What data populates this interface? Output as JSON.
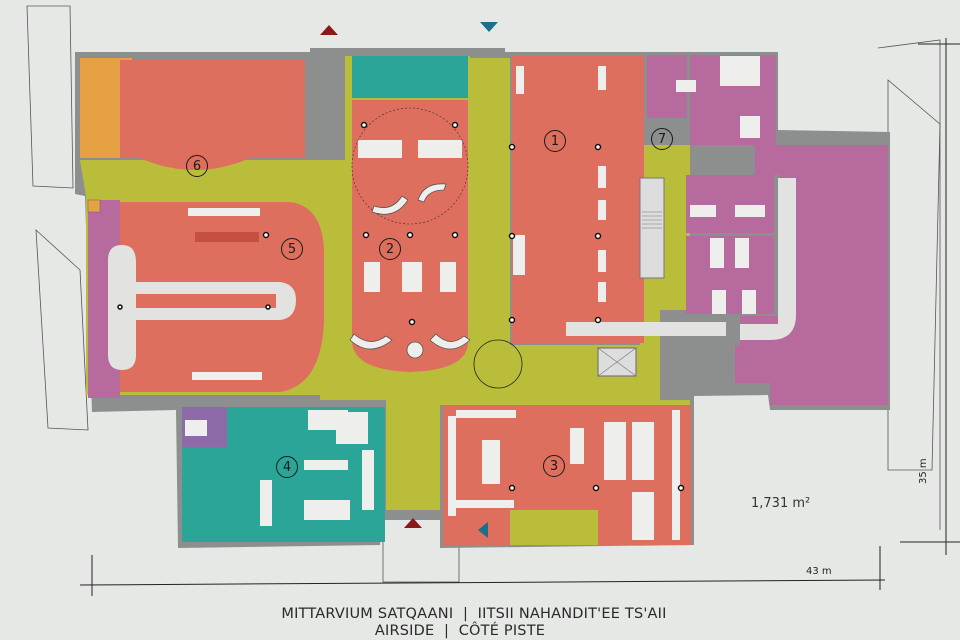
{
  "caption": {
    "line1_left": "MITTARVIUM SATQAANI",
    "line1_sep": "|",
    "line1_right": "IITSII NAHANDIT'EE TS'AII",
    "line2_left": "AIRSIDE",
    "line2_sep": "|",
    "line2_right": "CÔTÉ PISTE"
  },
  "stats": {
    "area": "1,731 m²",
    "width_dim": "43 m",
    "height_dim": "35 m"
  },
  "zones": [
    {
      "number": "1",
      "color": "#de6f5e",
      "label": "zone-1"
    },
    {
      "number": "2",
      "color": "#de6f5e",
      "label": "zone-2"
    },
    {
      "number": "3",
      "color": "#de6f5e",
      "label": "zone-3"
    },
    {
      "number": "4",
      "color": "#2aa598",
      "label": "zone-4"
    },
    {
      "number": "5",
      "color": "#de6f5e",
      "label": "zone-5"
    },
    {
      "number": "6",
      "color": "#de6f5e",
      "label": "zone-6"
    },
    {
      "number": "7",
      "color": "#b9bd3a",
      "label": "zone-7"
    }
  ],
  "colors": {
    "background": "#e6e8e6",
    "wall": "#8c8f8e",
    "circulation": "#b9bd3a",
    "public": "#de6f5e",
    "office": "#b76a9e",
    "food": "#2aa598",
    "service": "#e5a143",
    "entry_arrow": "#8a1a1a",
    "exit_arrow": "#1b6f8a"
  },
  "markers": [
    {
      "type": "entry-arrow",
      "color": "#8a1a1a"
    },
    {
      "type": "exit-arrow",
      "color": "#1b6f8a"
    }
  ]
}
